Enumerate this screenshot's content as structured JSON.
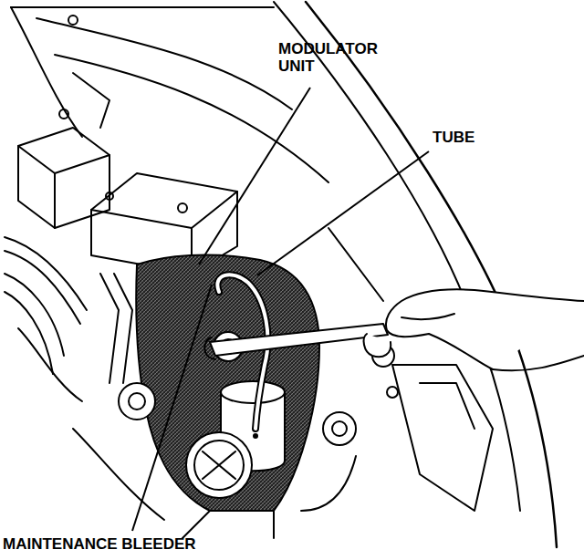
{
  "diagram": {
    "labels": [
      "MODULATOR UNIT",
      "TUBE",
      "MAINTENANCE BLEEDER"
    ]
  }
}
